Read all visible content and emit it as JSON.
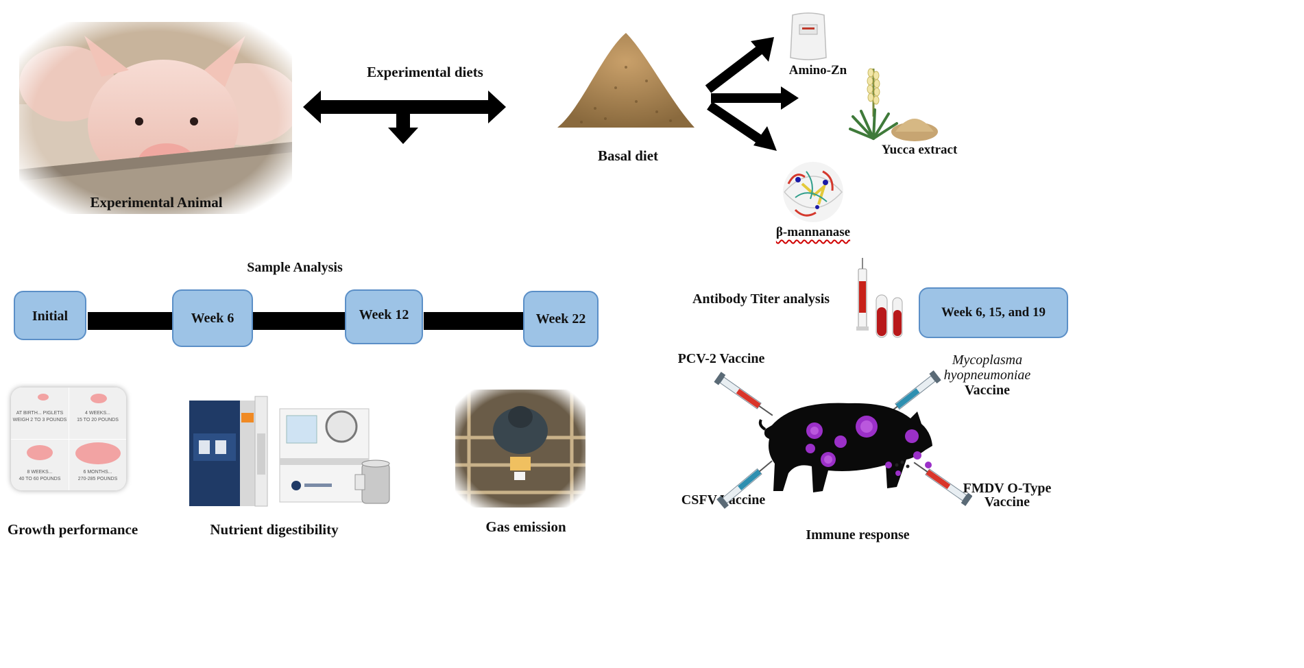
{
  "top": {
    "experimental_animal": "Experimental Animal",
    "experimental_diets": "Experimental  diets",
    "basal_diet": "Basal diet",
    "amino_zn": "Amino-Zn",
    "yucca_extract": "Yucca extract",
    "beta_mannanase": "β-mannanase"
  },
  "timeline": {
    "title": "Sample Analysis",
    "steps": [
      "Initial",
      "Week 6",
      "Week 12",
      "Week 22"
    ]
  },
  "bottom": {
    "growth_performance": "Growth performance",
    "nutrient_digestibility": "Nutrient digestibility",
    "gas_emission": "Gas emission"
  },
  "growth_chart": {
    "cells": [
      {
        "line1": "AT BIRTH... PIGLETS",
        "line2": "WEIGH 2 TO 3 POUNDS"
      },
      {
        "line1": "4 WEEKS...",
        "line2": "15 TO 20 POUNDS"
      },
      {
        "line1": "8 WEEKS...",
        "line2": "40 TO 60 POUNDS"
      },
      {
        "line1": "6 MONTHS...",
        "line2": "270-285 POUNDS"
      }
    ]
  },
  "immune": {
    "antibody_titer": "Antibody Titer analysis",
    "weeks_box": "Week 6, 15, and 19",
    "pcv2": "PCV-2 Vaccine",
    "mycoplasma_line1": "Mycoplasma",
    "mycoplasma_line2": "hyopneumoniae",
    "mycoplasma_line3": "Vaccine",
    "csfv": "CSFV Vaccine",
    "fmdv_line1": "FMDV O-Type",
    "fmdv_line2": "Vaccine",
    "immune_response": "Immune response"
  },
  "colors": {
    "box_fill": "#9dc3e6",
    "box_border": "#5b8fc7",
    "virus": "#9b30c8",
    "syringe_liquid": "#d9352a"
  }
}
